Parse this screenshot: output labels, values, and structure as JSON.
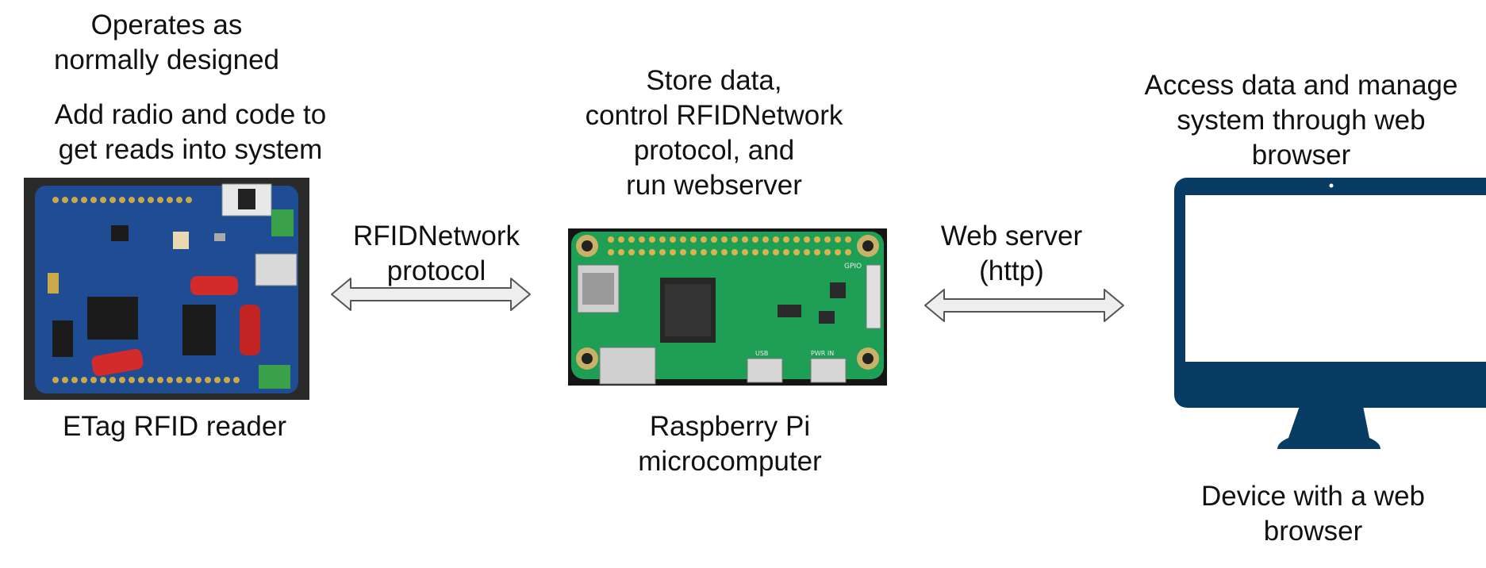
{
  "etag": {
    "note_operates": "Operates as\nnormally designed",
    "note_add_radio": "Add radio and code to\nget reads into system",
    "label": "ETag RFID reader"
  },
  "link_rfid": {
    "label": "RFIDNetwork\nprotocol"
  },
  "pi": {
    "note": "Store data,\ncontrol RFIDNetwork\nprotocol, and\nrun webserver",
    "label": "Raspberry Pi\nmicrocomputer",
    "board_marks": [
      "GPIO",
      "USB",
      "PWR IN"
    ]
  },
  "link_web": {
    "label": "Web server\n(http)"
  },
  "browser": {
    "note": "Access data and manage\nsystem through web\nbrowser",
    "label": "Device with a web\nbrowser"
  },
  "colors": {
    "monitor": "#093c63",
    "etag_board": "#1f4c92",
    "pi_board": "#1f9e55",
    "arrow_fill": "#eeeeee",
    "arrow_stroke": "#555555"
  }
}
